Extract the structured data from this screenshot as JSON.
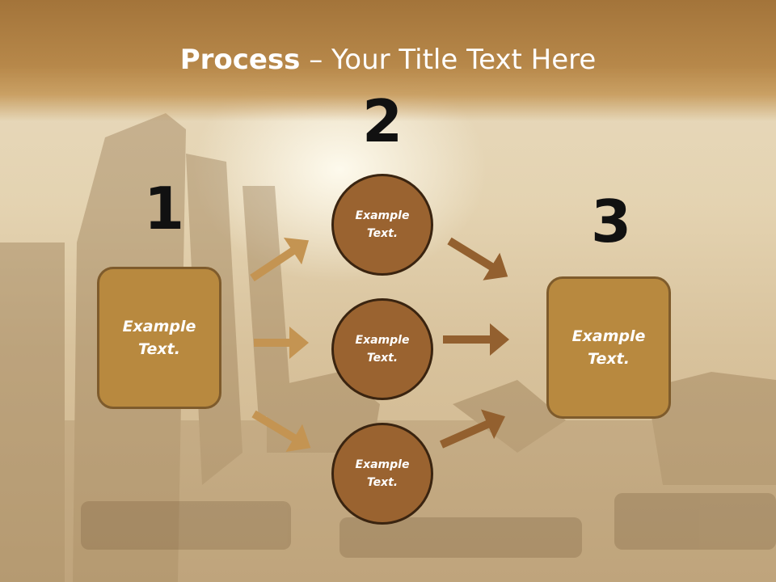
{
  "slide": {
    "title_bold": "Process",
    "title_rest": " – Your Title Text Here"
  },
  "steps": {
    "one": {
      "number": "1",
      "text": "Example Text."
    },
    "two": {
      "number": "2"
    },
    "three": {
      "number": "3",
      "text": "Example Text."
    }
  },
  "circles": [
    {
      "text": "Example Text."
    },
    {
      "text": "Example Text."
    },
    {
      "text": "Example Text."
    }
  ],
  "colors": {
    "header": "#b7884a",
    "box_fill": "#b8893f",
    "circle_fill": "#9a6330",
    "arrow_light": "#c49452",
    "arrow_dark": "#93602f"
  }
}
